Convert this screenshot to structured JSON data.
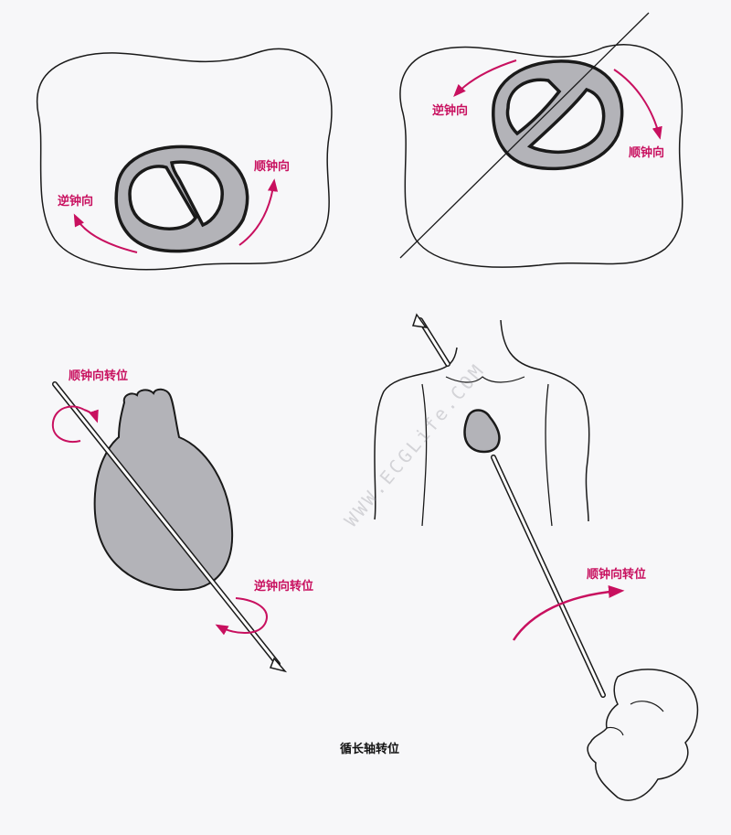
{
  "labels": {
    "top_left": {
      "counterclockwise": "逆钟向",
      "clockwise": "顺钟向"
    },
    "top_right": {
      "counterclockwise": "逆钟向",
      "clockwise": "顺钟向"
    },
    "heart": {
      "clockwise_rotation": "顺钟向转位",
      "counterclockwise_rotation": "逆钟向转位"
    },
    "torso": {
      "clockwise_rotation": "顺钟向转位"
    }
  },
  "caption": "循长轴转位",
  "watermark": "WWW.ECGLife.COM",
  "colors": {
    "arrow": "#c8105f",
    "heart_fill": "#b3b3b8",
    "outline": "#1a1a1a",
    "background": "#f7f7f9"
  }
}
